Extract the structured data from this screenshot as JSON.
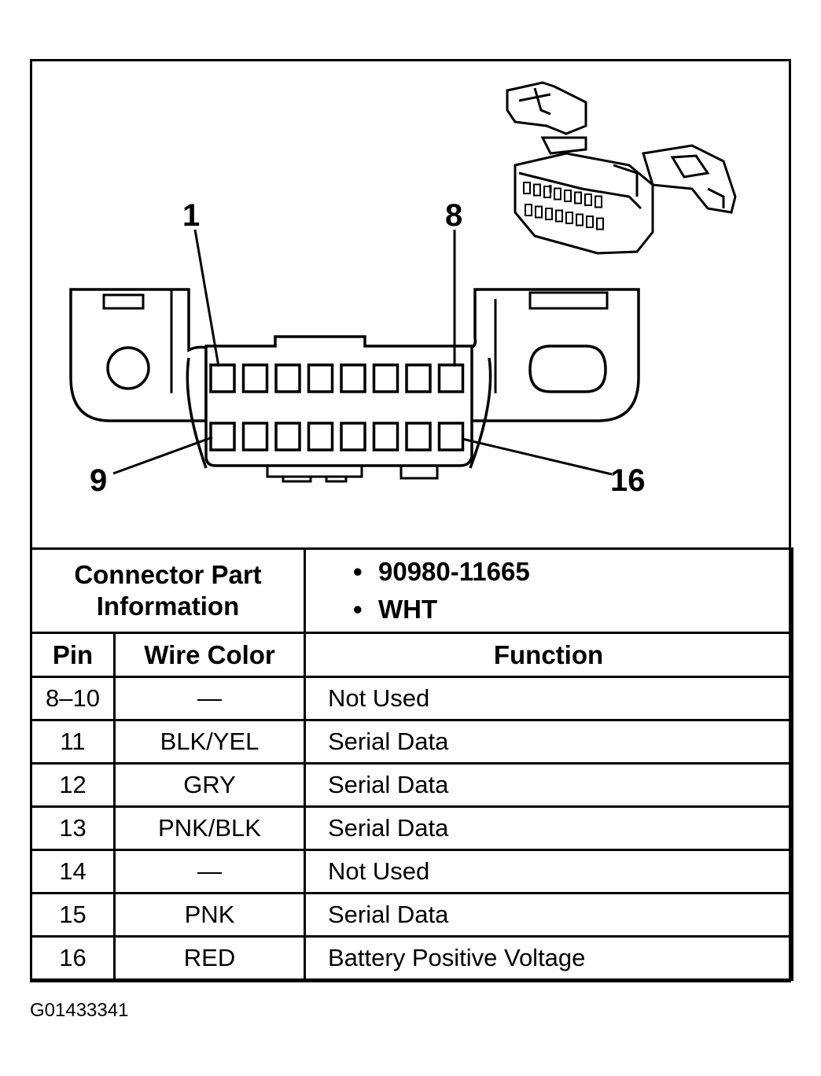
{
  "diagram": {
    "pin_labels": {
      "top_left": "1",
      "top_right": "8",
      "bottom_left": "9",
      "bottom_right": "16"
    }
  },
  "connector_info": {
    "title_line1": "Connector Part",
    "title_line2": "Information",
    "items": [
      "90980-11665",
      "WHT"
    ]
  },
  "pin_table": {
    "headers": {
      "pin": "Pin",
      "wire_color": "Wire Color",
      "function": "Function"
    },
    "rows": [
      {
        "pin": "8–10",
        "wire_color": "—",
        "function": "Not Used"
      },
      {
        "pin": "11",
        "wire_color": "BLK/YEL",
        "function": "Serial Data"
      },
      {
        "pin": "12",
        "wire_color": "GRY",
        "function": "Serial Data"
      },
      {
        "pin": "13",
        "wire_color": "PNK/BLK",
        "function": "Serial Data"
      },
      {
        "pin": "14",
        "wire_color": "—",
        "function": "Not Used"
      },
      {
        "pin": "15",
        "wire_color": "PNK",
        "function": "Serial Data"
      },
      {
        "pin": "16",
        "wire_color": "RED",
        "function": "Battery Positive Voltage"
      }
    ]
  },
  "figure_id": "G01433341"
}
